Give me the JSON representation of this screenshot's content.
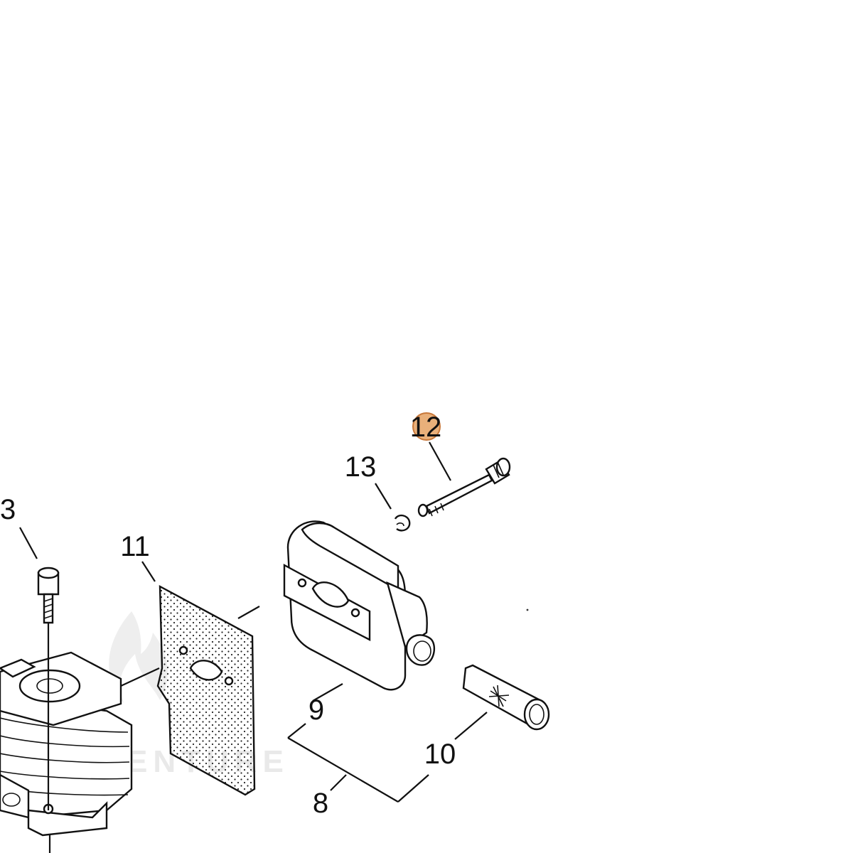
{
  "diagram": {
    "callouts": [
      {
        "id": "3",
        "label": "3"
      },
      {
        "id": "8",
        "label": "8"
      },
      {
        "id": "9",
        "label": "9"
      },
      {
        "id": "10",
        "label": "10"
      },
      {
        "id": "11",
        "label": "11"
      },
      {
        "id": "12",
        "label": "12"
      },
      {
        "id": "13",
        "label": "13"
      }
    ],
    "highlight": {
      "callout": "12",
      "color": "#e39a55"
    },
    "watermark": {
      "text": "ENTURE"
    }
  }
}
